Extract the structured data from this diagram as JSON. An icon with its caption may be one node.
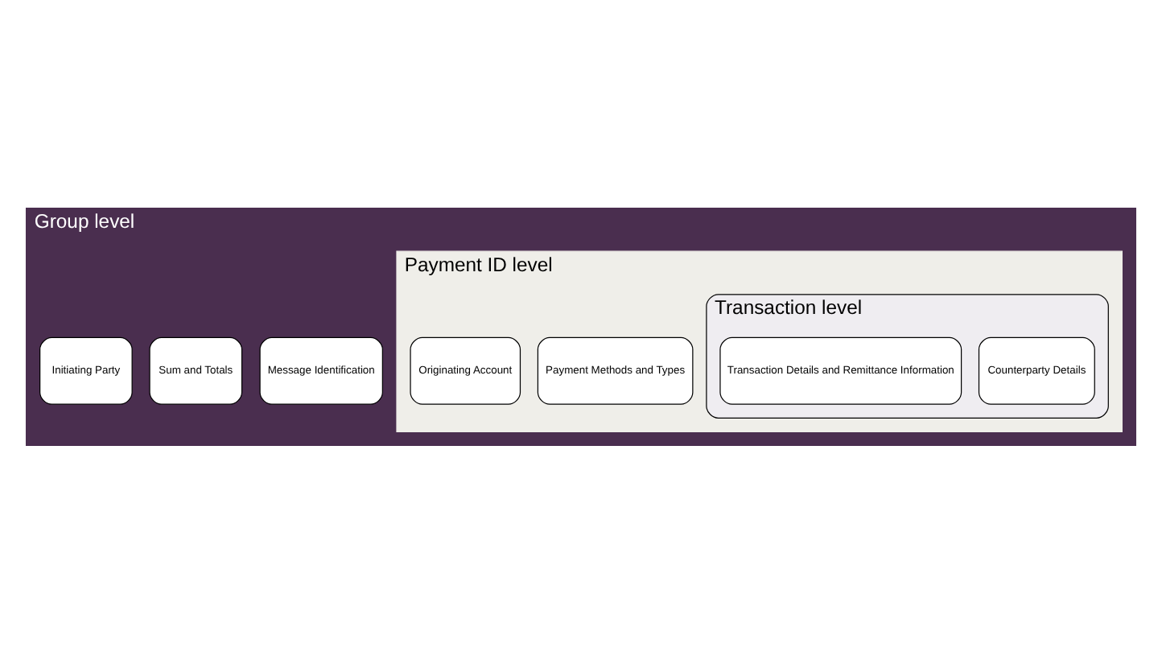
{
  "diagram": {
    "nodes": [
      {
        "text": [
          "Group level"
        ]
      },
      {
        "text": [
          "Message Identification"
        ],
        "in": 0
      },
      {
        "text": [
          "Sum and Totals"
        ],
        "in": 0
      },
      {
        "text": [
          "Initiating Party"
        ],
        "in": 0
      },
      {
        "text": [
          "Payment ID level"
        ],
        "in": 0
      },
      {
        "text": [
          "Payment Methods and Types"
        ],
        "in": 4
      },
      {
        "text": [
          "Originating Account"
        ],
        "in": 4
      },
      {
        "text": [
          "Transaction level"
        ],
        "in": 4
      },
      {
        "text": [
          "Counterparty Details"
        ],
        "in": 7
      },
      {
        "text": [
          "Transaction Details and Remittance Information"
        ],
        "in": 7
      }
    ]
  }
}
